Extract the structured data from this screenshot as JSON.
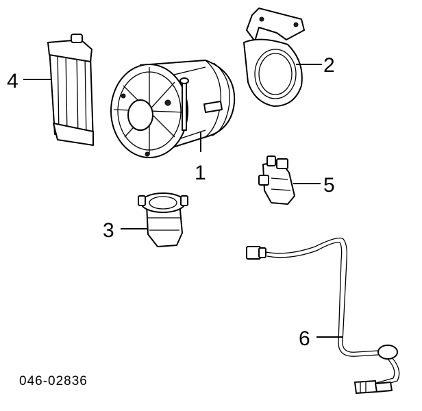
{
  "diagram_code": "046-02836",
  "callouts": {
    "air_pump": "1",
    "gasket_bracket": "2",
    "check_valve": "3",
    "filter_housing": "4",
    "solenoid_valve": "5",
    "oxygen_sensor_harness": "6"
  }
}
